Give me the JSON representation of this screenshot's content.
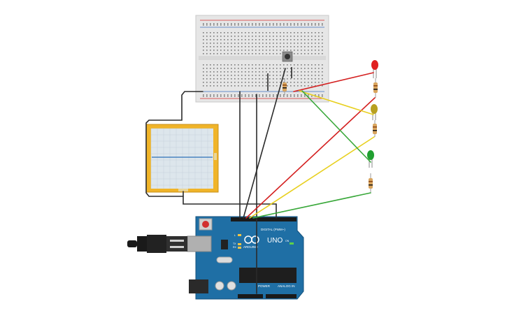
{
  "arduino": {
    "brand": "ARDUINO",
    "model": "UNO",
    "digital_label": "DIGITAL (PWM~)",
    "power_label": "POWER",
    "analog_label": "ANALOG IN",
    "tx_label": "TX",
    "rx_label": "RX",
    "l_label": "L",
    "on_label": "ON"
  },
  "colors": {
    "arduino_board": "#1f6fa5",
    "breadboard": "#e9e9e9",
    "rail_red": "#d42a2a",
    "rail_blue": "#3a6fbf",
    "oscilloscope_frame": "#f0b429",
    "oscilloscope_screen": "#dde6ec",
    "trace": "#2c6fb7",
    "wire_black": "#2b2b2b",
    "wire_red": "#d42020",
    "wire_yellow": "#e8d020",
    "wire_green": "#39a83a",
    "led_red": "#e02020",
    "led_yellow": "#b8a020",
    "led_green": "#20a030",
    "resistor": "#d9a55e"
  },
  "components": {
    "leds": [
      {
        "name": "red-led",
        "color": "red"
      },
      {
        "name": "yellow-led",
        "color": "yellow"
      },
      {
        "name": "green-led",
        "color": "green"
      }
    ],
    "resistor_count": 4,
    "icons": [
      "breadboard-icon",
      "push-button-icon",
      "oscilloscope-icon",
      "arduino-uno-icon",
      "usb-cable-icon",
      "reset-button-icon",
      "power-jack-icon"
    ]
  }
}
